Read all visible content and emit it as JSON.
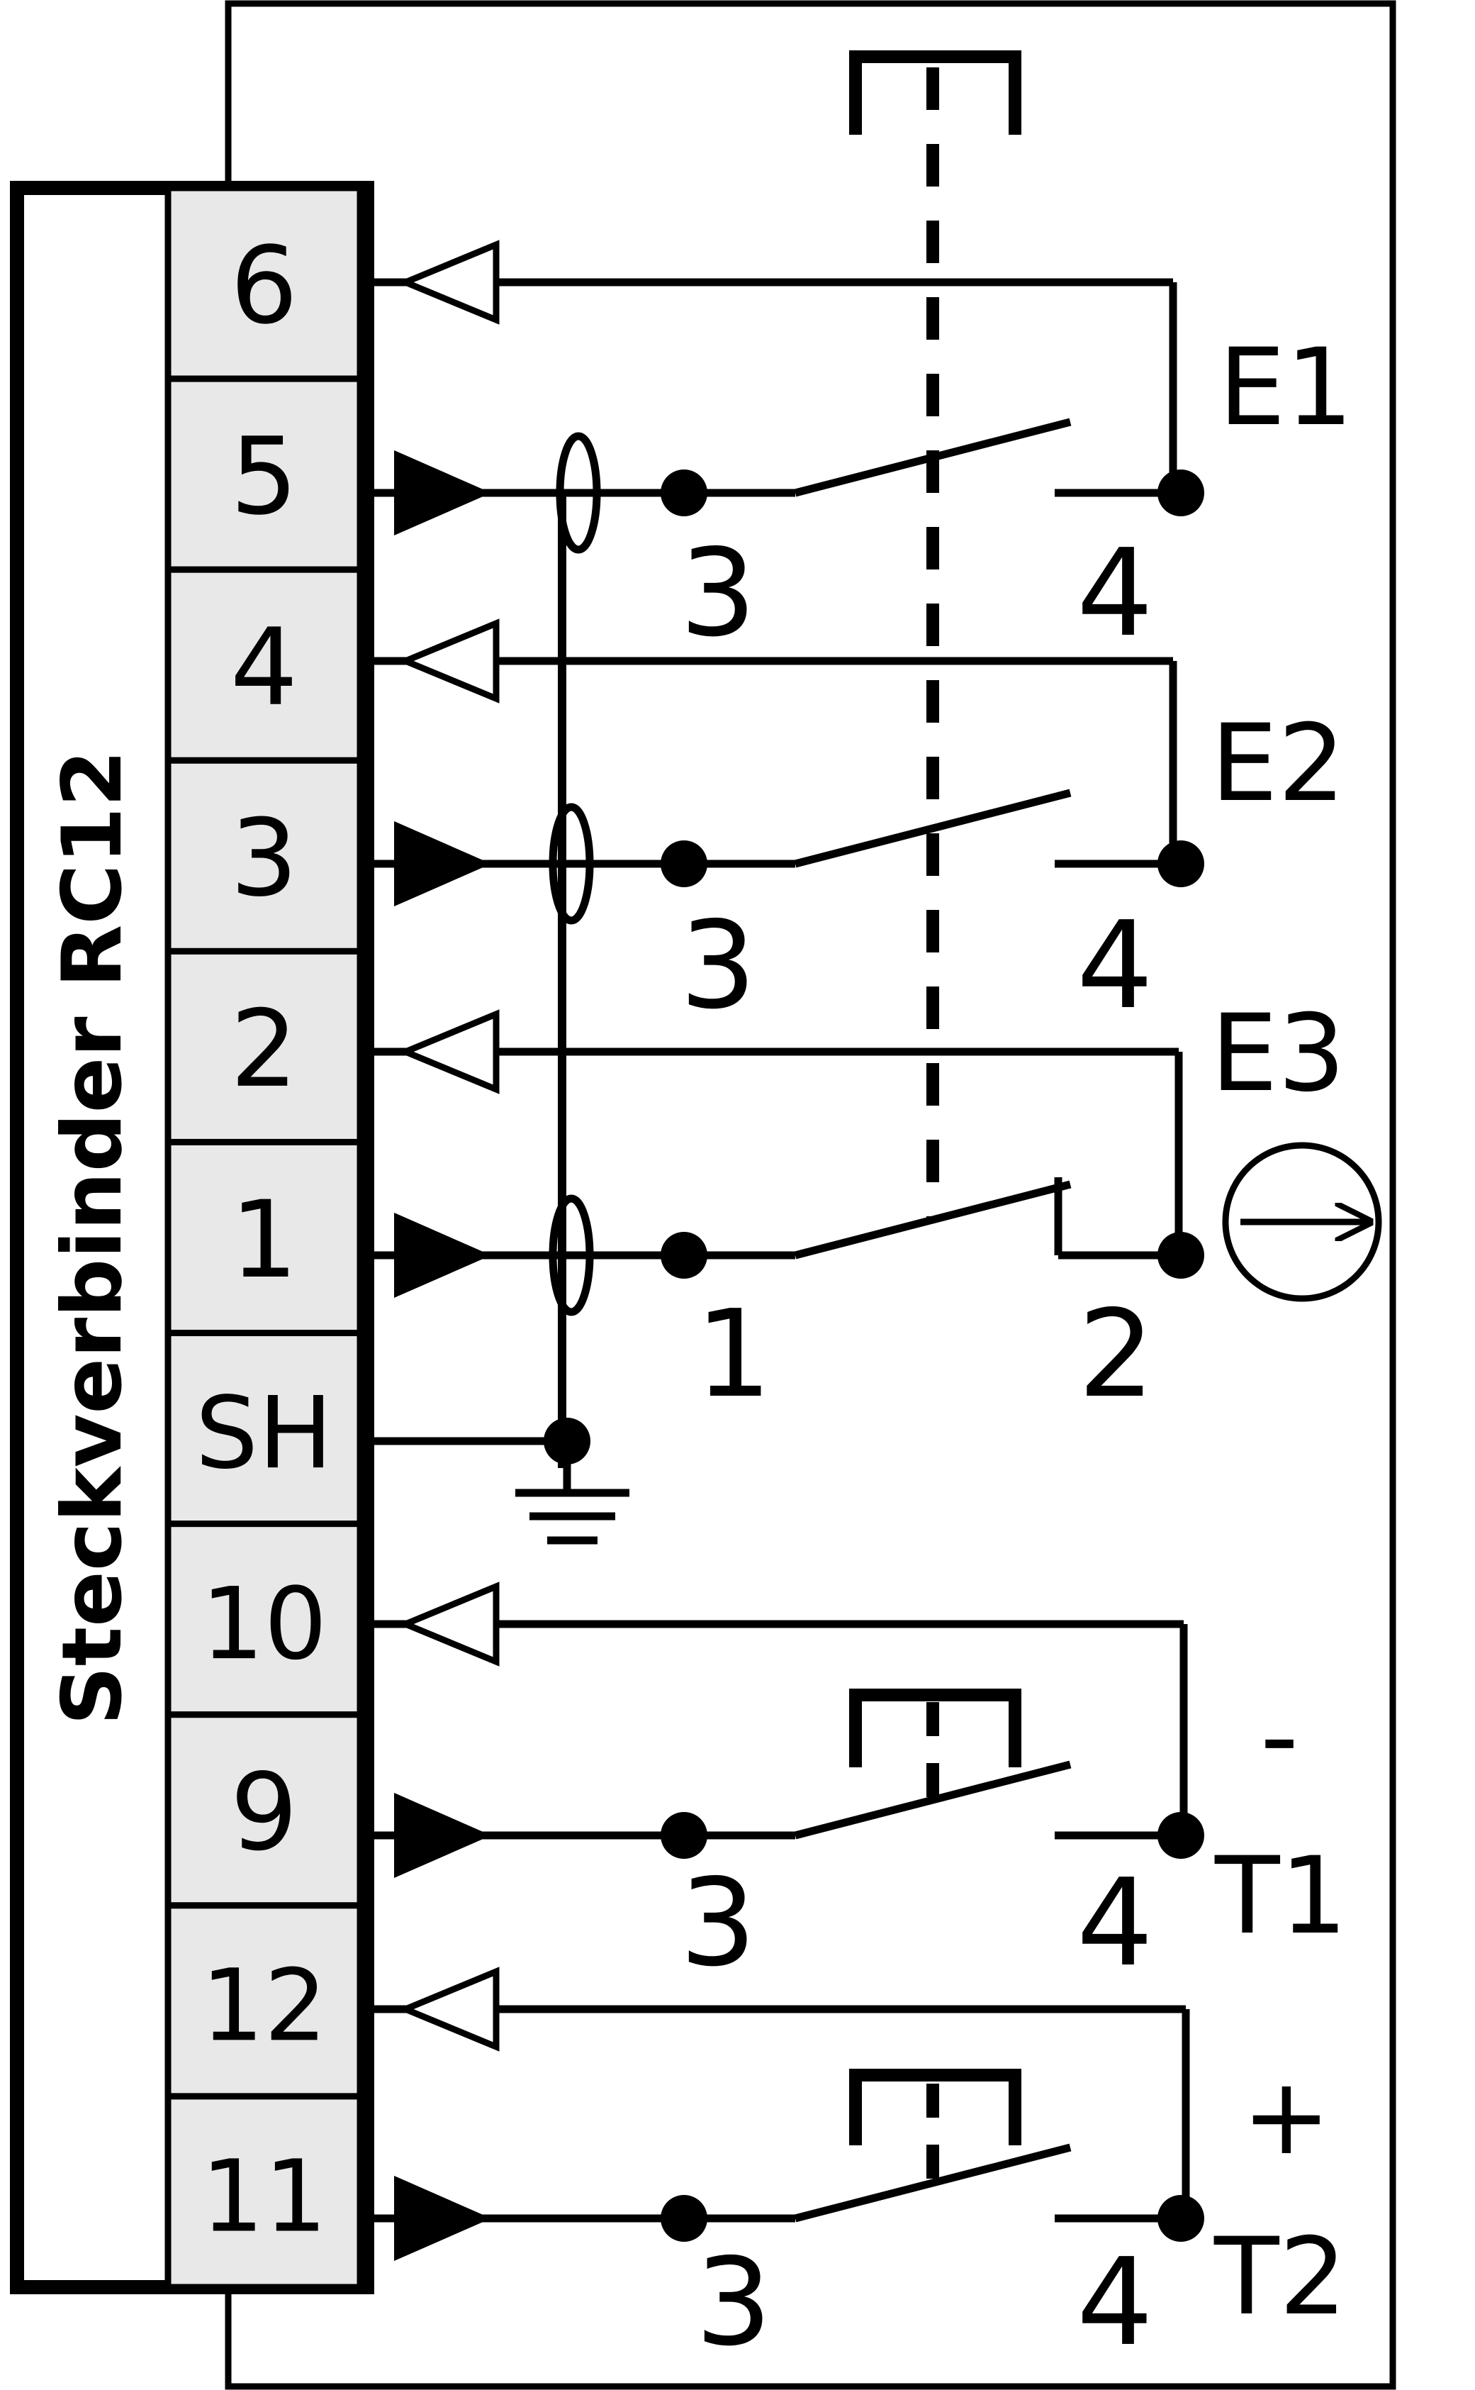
{
  "connector": {
    "title": "Steckverbinder RC12",
    "pins": [
      "6",
      "5",
      "4",
      "3",
      "2",
      "1",
      "SH",
      "10",
      "9",
      "12",
      "11"
    ],
    "cell_fill": "#e8e8e8"
  },
  "contacts": [
    {
      "label": "E1",
      "pin_in": "5",
      "pin_out": "6",
      "terminal_left": "3",
      "terminal_right": "4",
      "type": "normally-open"
    },
    {
      "label": "E2",
      "pin_in": "3",
      "pin_out": "4",
      "terminal_left": "3",
      "terminal_right": "4",
      "type": "normally-open"
    },
    {
      "label": "E3",
      "pin_in": "1",
      "pin_out": "2",
      "terminal_left": "1",
      "terminal_right": "2",
      "type": "normally-closed"
    },
    {
      "label": "T1",
      "sign": "-",
      "pin_in": "9",
      "pin_out": "10",
      "terminal_left": "3",
      "terminal_right": "4",
      "type": "normally-open"
    },
    {
      "label": "T2",
      "sign": "+",
      "pin_in": "11",
      "pin_out": "12",
      "terminal_left": "3",
      "terminal_right": "4",
      "type": "normally-open"
    }
  ],
  "symbols": {
    "ground": "ground-icon",
    "direction": "circle-arrow-right-icon",
    "shield": "shield-ellipse-icon"
  },
  "colors": {
    "ink": "#000000",
    "background": "#ffffff"
  }
}
